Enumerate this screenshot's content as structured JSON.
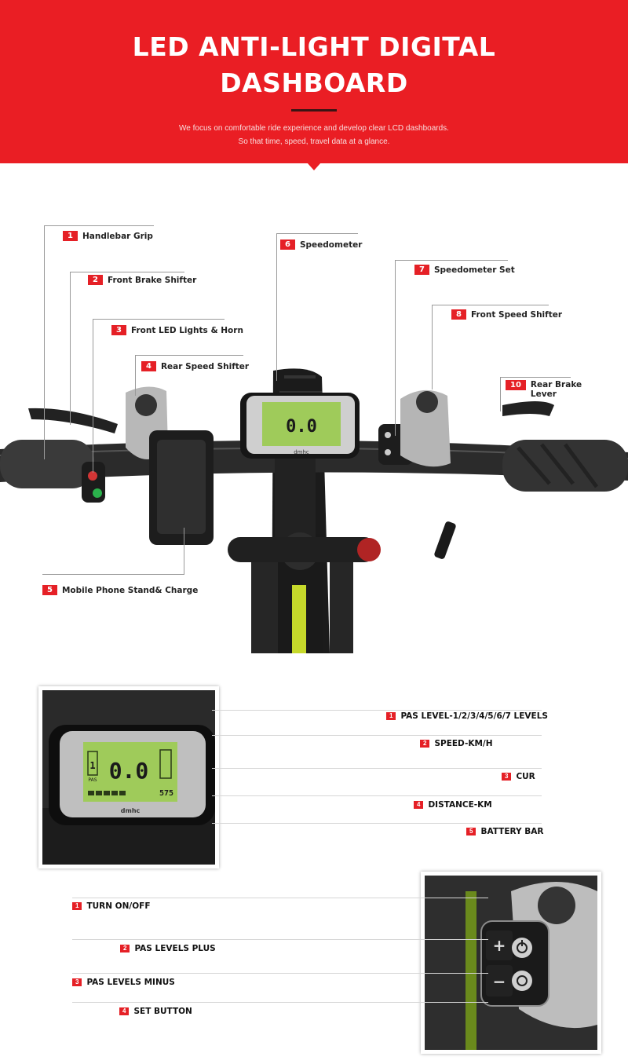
{
  "header": {
    "title_line1": "LED ANTI-LIGHT DIGITAL",
    "title_line2": "DASHBOARD",
    "subtitle_line1": "We focus on comfortable ride experience and develop clear LCD dashboards.",
    "subtitle_line2": "So that time, speed, travel data at a glance."
  },
  "parts": [
    {
      "num": "1",
      "label": "Handlebar Grip"
    },
    {
      "num": "2",
      "label": "Front Brake Shifter"
    },
    {
      "num": "3",
      "label": "Front LED Lights & Horn"
    },
    {
      "num": "4",
      "label": "Rear Speed Shifter"
    },
    {
      "num": "5",
      "label": "Mobile Phone Stand& Charge"
    },
    {
      "num": "6",
      "label": "Speedometer"
    },
    {
      "num": "7",
      "label": "Speedometer Set"
    },
    {
      "num": "8",
      "label": "Front Speed Shifter"
    },
    {
      "num": "10",
      "label_line1": "Rear Brake",
      "label_line2": "Lever"
    }
  ],
  "display_features": [
    {
      "num": "1",
      "label": "PAS LEVEL-1/2/3/4/5/6/7 LEVELS"
    },
    {
      "num": "2",
      "label": "SPEED-KM/H"
    },
    {
      "num": "3",
      "label": "CUR"
    },
    {
      "num": "4",
      "label": "DISTANCE-KM"
    },
    {
      "num": "5",
      "label": "BATTERY BAR"
    }
  ],
  "button_features": [
    {
      "num": "1",
      "label": "TURN ON/OFF"
    },
    {
      "num": "2",
      "label": "PAS LEVELS PLUS"
    },
    {
      "num": "3",
      "label": "PAS LEVELS MINUS"
    },
    {
      "num": "4",
      "label": "SET BUTTON"
    }
  ],
  "lcd": {
    "pas_value": "1",
    "pas_label": "PAS",
    "speed": "0.0",
    "distance": "575",
    "brand": "dmhc"
  },
  "colors": {
    "brand_red": "#ea1e24",
    "lcd_green": "#9fcb5a"
  }
}
